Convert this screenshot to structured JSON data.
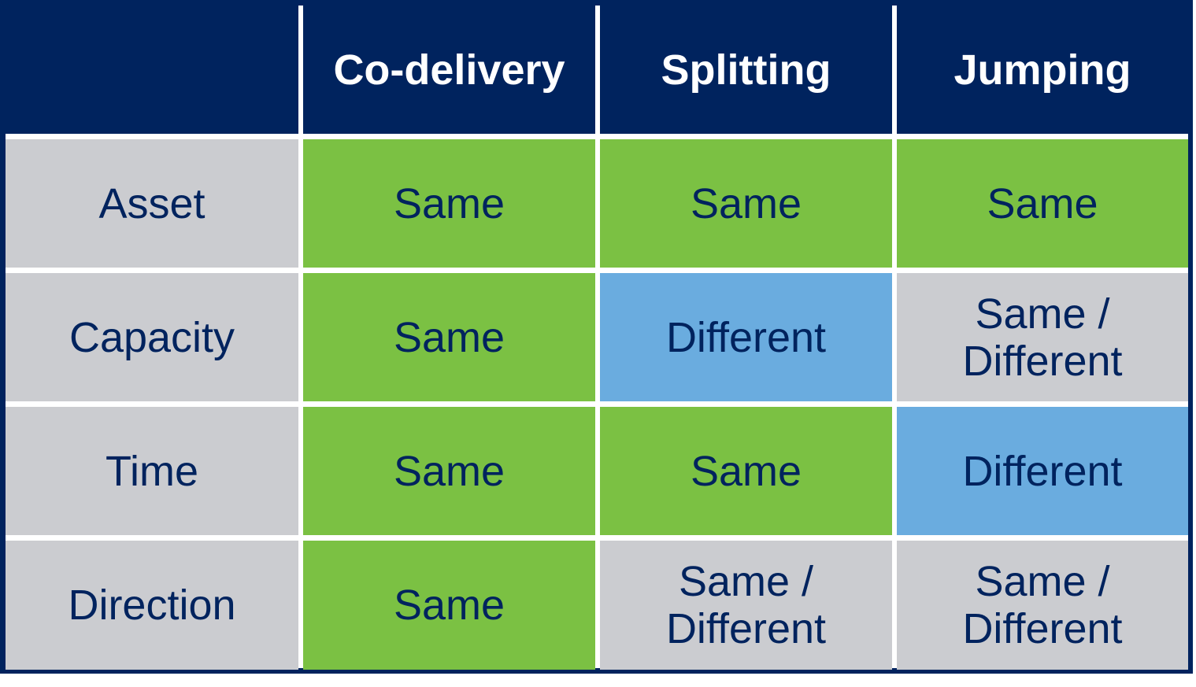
{
  "table": {
    "columns": [
      "",
      "Co-delivery",
      "Splitting",
      "Jumping"
    ],
    "rows": [
      {
        "label": "Asset",
        "values": [
          "Same",
          "Same",
          "Same"
        ],
        "states": [
          "same",
          "same",
          "same"
        ]
      },
      {
        "label": "Capacity",
        "values": [
          "Same",
          "Different",
          "Same / Different"
        ],
        "states": [
          "same",
          "different",
          "mixed"
        ]
      },
      {
        "label": "Time",
        "values": [
          "Same",
          "Same",
          "Different"
        ],
        "states": [
          "same",
          "same",
          "different"
        ]
      },
      {
        "label": "Direction",
        "values": [
          "Same",
          "Same / Different",
          "Same / Different"
        ],
        "states": [
          "same",
          "mixed",
          "mixed"
        ]
      }
    ]
  },
  "colors": {
    "header": "#00235e",
    "text": "#00235e",
    "same": "#7bc143",
    "different": "#6aacdf",
    "mixed": "#cbccd0",
    "row_label": "#cbccd0"
  }
}
